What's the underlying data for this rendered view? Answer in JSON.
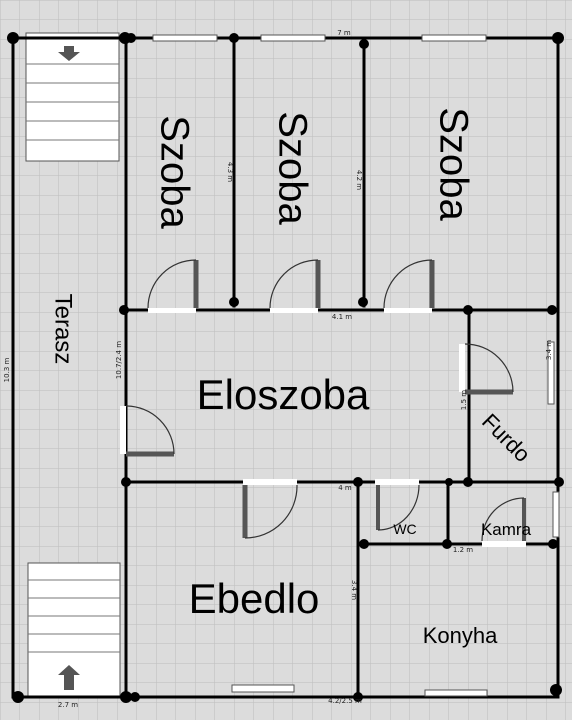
{
  "floor_plan": {
    "rooms": {
      "szoba_1": "Szoba",
      "szoba_2": "Szoba",
      "szoba_3": "Szoba",
      "terasz": "Terasz",
      "eloszoba": "Eloszoba",
      "furdo": "Furdo",
      "ebedlo": "Ebedlo",
      "wc": "WC",
      "kamra": "Kamra",
      "konyha": "Konyha"
    },
    "dimensions": {
      "top_wall": "7 m",
      "room1_depth": "4.3 m",
      "room3_depth": "4.2 m",
      "left_outer": "10.3 m",
      "hall_left": "10.7/2.4 m",
      "room_row_mid": "4.1 m",
      "right_outer": "3.4 m",
      "bath_left": "1.5 m",
      "dining_top": "4 m",
      "small_rooms": "1.2 m",
      "kitchen_left": "3.4 m",
      "bottom_left": "2.7 m",
      "bottom_mid": "4.2/2.5 m"
    },
    "stairs": {
      "top_arrow": "down",
      "bottom_arrow": "up"
    }
  },
  "colors": {
    "background": "#dcdcdc",
    "grid": "#bdbdbd",
    "wall": "#000000",
    "window": "#ffffff",
    "door_leaf": "#555555"
  }
}
